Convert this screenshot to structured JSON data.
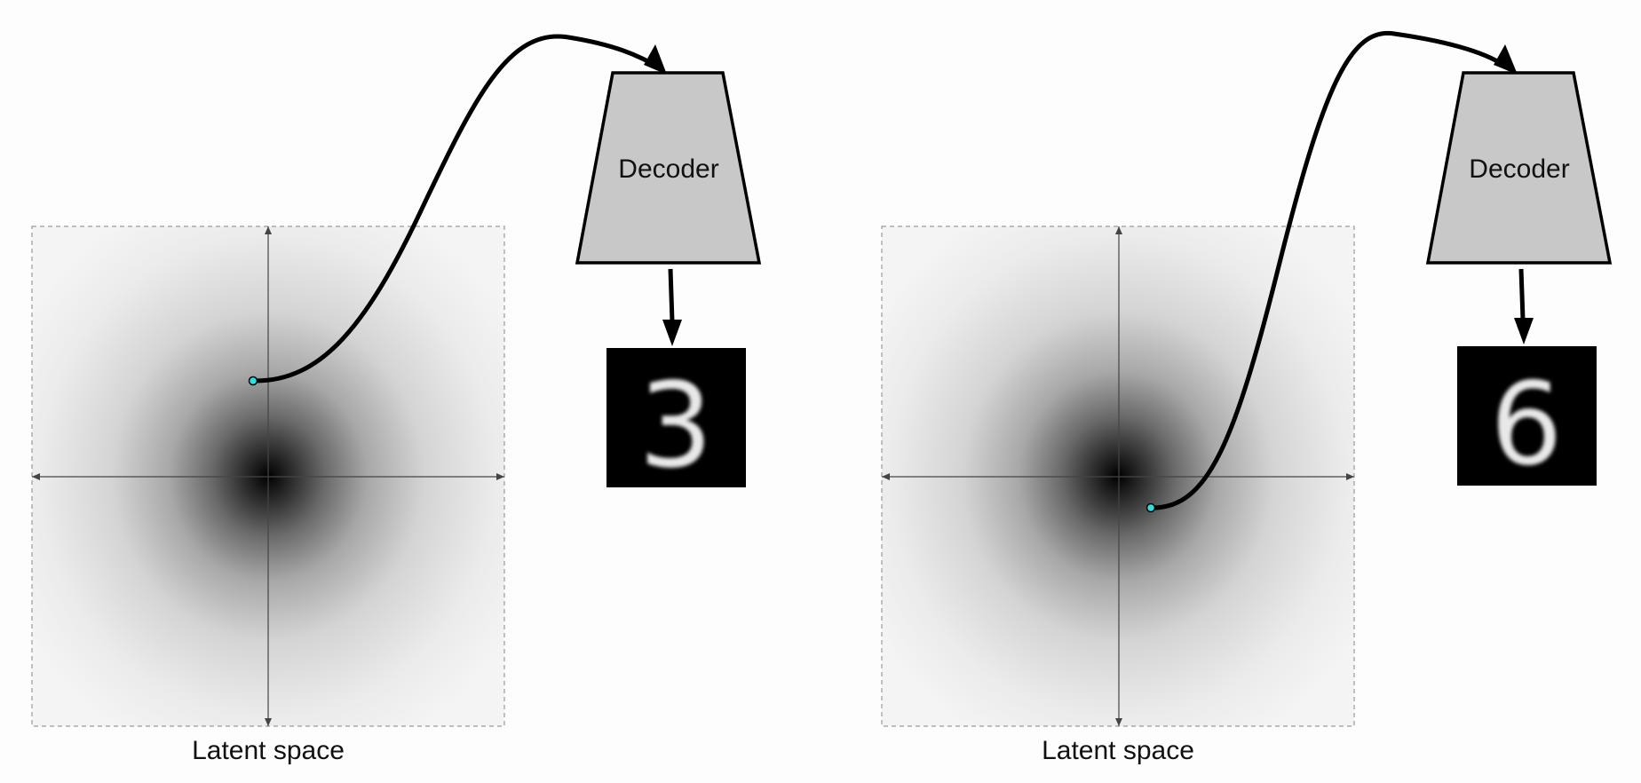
{
  "panels": [
    {
      "latent_label": "Latent space",
      "decoder_label": "Decoder",
      "output_digit": "3"
    },
    {
      "latent_label": "Latent space",
      "decoder_label": "Decoder",
      "output_digit": "6"
    }
  ],
  "colors": {
    "background": "#fdfdfd",
    "decoder_fill": "#c8c8c8",
    "sample_point": "#2ee0e6",
    "arrow": "#000000",
    "output_bg": "#000000",
    "output_digit": "#e8e8e8"
  }
}
